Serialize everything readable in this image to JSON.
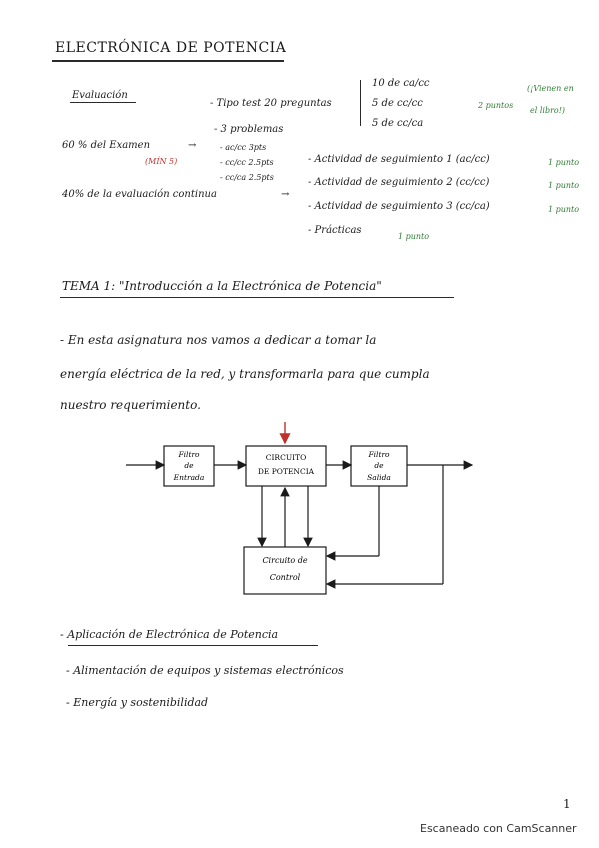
{
  "title": "ELECTRÓNICA DE POTENCIA",
  "evaluation": {
    "heading": "Evaluación",
    "exam_line": "60 % del Examen",
    "exam_min": "(MÍN 5)",
    "continuous_line": "40% de la evaluación continua",
    "exam_items": [
      "- Tipo test 20 preguntas",
      "- 3 problemas",
      "- ac/cc 3pts",
      "- cc/cc 2.5pts",
      "- cc/ca 2.5pts"
    ],
    "test_breakdown": [
      "10 de ca/cc",
      "5 de cc/cc",
      "5 de cc/ca"
    ],
    "points_note": "2 puntos",
    "book_note_1": "(¡Vienen en",
    "book_note_2": "el libro!)",
    "activities": [
      {
        "text": "- Actividad de seguimiento 1 (ac/cc)",
        "points": "1 punto"
      },
      {
        "text": "- Actividad de seguimiento 2 (cc/cc)",
        "points": "1 punto"
      },
      {
        "text": "- Actividad de seguimiento 3 (cc/ca)",
        "points": "1 punto"
      },
      {
        "text": "- Prácticas",
        "points": "1 punto"
      }
    ]
  },
  "tema": "TEMA 1: \"Introducción a la Electrónica de Potencia\"",
  "paragraph": [
    "- En esta asignatura nos vamos a dedicar a tomar la",
    "energía eléctrica de la red, y transformarla para que cumpla",
    "nuestro requerimiento."
  ],
  "diagram": {
    "input_filter": [
      "Filtro",
      "de",
      "Entrada"
    ],
    "power_circuit": [
      "CIRCUITO",
      "DE POTENCIA"
    ],
    "output_filter": [
      "Filtro",
      "de",
      "Salida"
    ],
    "control_circuit": [
      "Circuito de",
      "Control"
    ]
  },
  "applications": {
    "heading": "- Aplicación de Electrónica de Potencia",
    "items": [
      "- Alimentación de equipos y sistemas electrónicos",
      "- Energía y sostenibilidad"
    ]
  },
  "page_number": "1",
  "footer": "Escaneado con CamScanner"
}
